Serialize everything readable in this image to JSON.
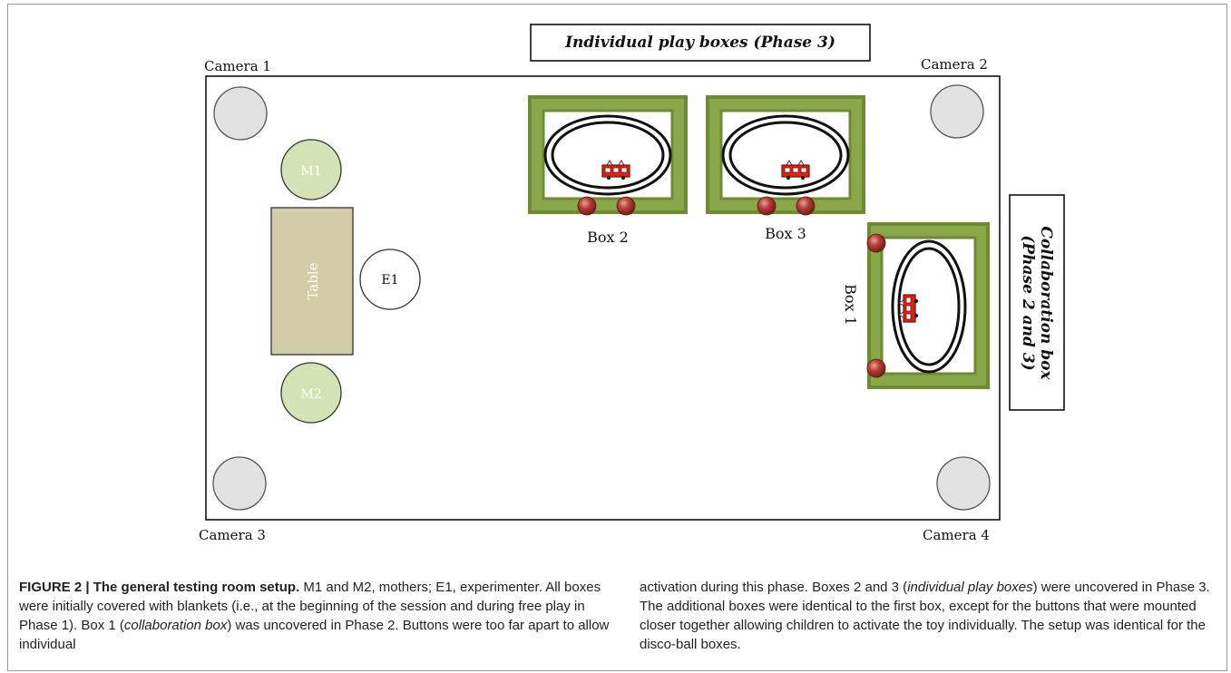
{
  "diagram": {
    "title_individual": "Individual play boxes (Phase 3)",
    "title_collab_line1": "Collaboration box",
    "title_collab_line2": "(Phase 2 and 3)",
    "cameras": [
      "Camera 1",
      "Camera 2",
      "Camera 3",
      "Camera 4"
    ],
    "people": {
      "m1": "M1",
      "m2": "M2",
      "e1": "E1"
    },
    "table_label": "Table",
    "boxes": [
      "Box 1",
      "Box 2",
      "Box 3"
    ],
    "colors": {
      "box_green": "#8aa84a",
      "person_green": "#d4e2b5",
      "table": "#d2cca7",
      "camera": "#e2e2e2",
      "button": "#9a2a26",
      "train": "#d62518"
    }
  },
  "caption": {
    "figure_label": "FIGURE 2 | The general testing room setup.",
    "left_text_1": " M1 and M2, mothers; E1, experimenter. All boxes were initially covered with blankets (i.e., at the beginning of the session and during free play in Phase 1). Box 1 (",
    "left_italic_1": "collaboration box",
    "left_text_2": ") was uncovered in Phase 2. Buttons were too far apart to allow individual",
    "right_text_1": "activation during this phase. Boxes 2 and 3 (",
    "right_italic_1": "individual play boxes",
    "right_text_2": ") were uncovered in Phase 3. The additional boxes were identical to the first box, except for the buttons that were mounted closer together allowing children to activate the toy individually. The setup was identical for the disco-ball boxes."
  }
}
